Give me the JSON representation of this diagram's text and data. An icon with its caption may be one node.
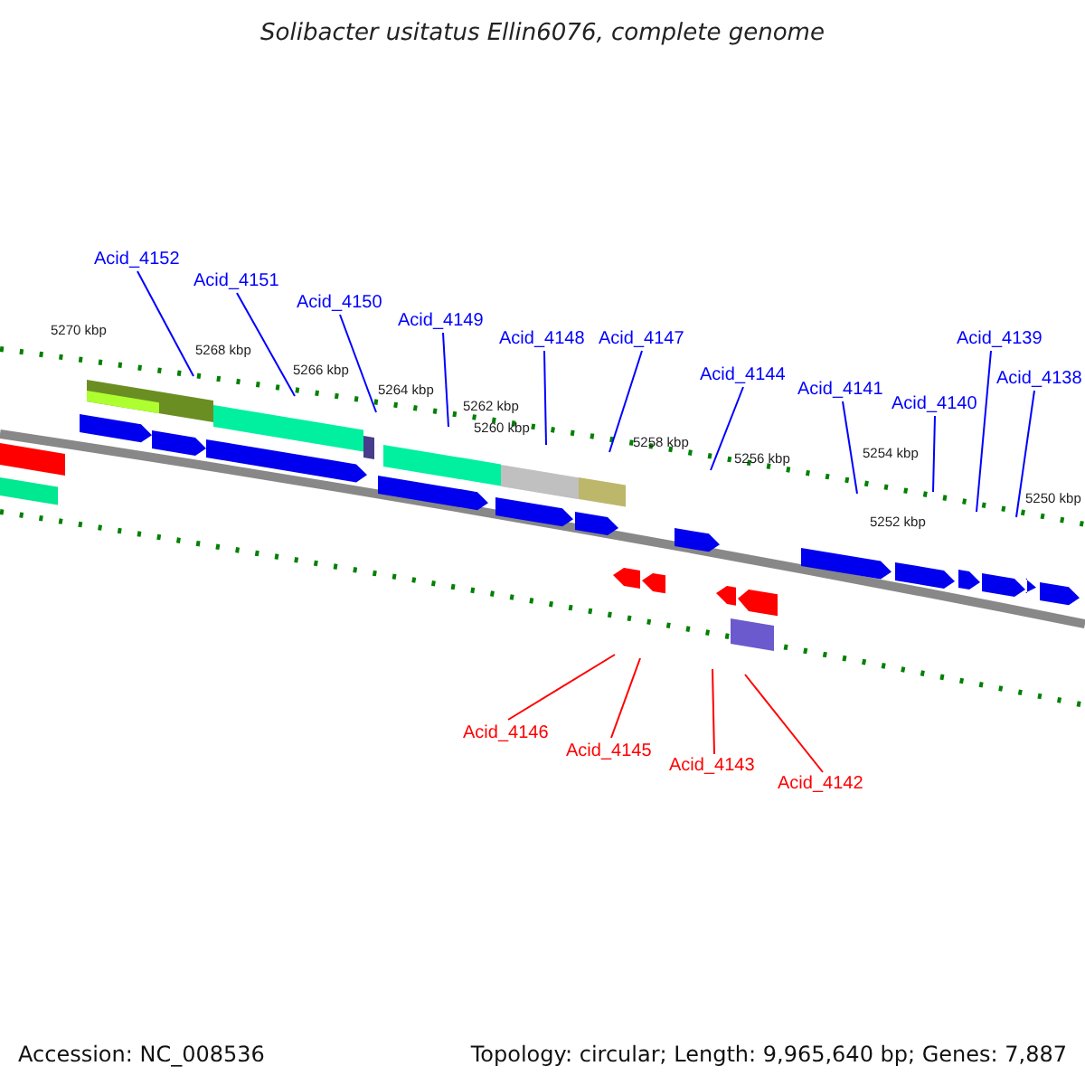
{
  "diagram": {
    "title": "Solibacter usitatus Ellin6076, complete genome",
    "nodes": [
      {
        "text": [
          "Acid_4152"
        ]
      },
      {
        "text": [
          "Acid_4151"
        ]
      },
      {
        "text": [
          "Acid_4150"
        ]
      },
      {
        "text": [
          "Acid_4149"
        ]
      },
      {
        "text": [
          "Acid_4148"
        ]
      },
      {
        "text": [
          "Acid_4147"
        ]
      },
      {
        "text": [
          "Acid_4144"
        ]
      },
      {
        "text": [
          "Acid_4141"
        ]
      },
      {
        "text": [
          "Acid_4140"
        ]
      },
      {
        "text": [
          "Acid_4139"
        ]
      },
      {
        "text": [
          "Acid_4138"
        ]
      },
      {
        "text": [
          "Acid_4146"
        ]
      },
      {
        "text": [
          "Acid_4145"
        ]
      },
      {
        "text": [
          "Acid_4143"
        ]
      },
      {
        "text": [
          "Acid_4142"
        ]
      }
    ],
    "edges": [
      {
        "from": 0,
        "to": null,
        "arrow": "none"
      },
      {
        "from": 1,
        "to": null,
        "arrow": "none"
      },
      {
        "from": 2,
        "to": null,
        "arrow": "none"
      },
      {
        "from": 3,
        "to": null,
        "arrow": "none"
      },
      {
        "from": 4,
        "to": null,
        "arrow": "none"
      },
      {
        "from": 5,
        "to": null,
        "arrow": "none"
      },
      {
        "from": 6,
        "to": null,
        "arrow": "none"
      },
      {
        "from": 7,
        "to": null,
        "arrow": "none"
      },
      {
        "from": 8,
        "to": null,
        "arrow": "none"
      },
      {
        "from": 9,
        "to": null,
        "arrow": "none"
      },
      {
        "from": 10,
        "to": null,
        "arrow": "none"
      },
      {
        "from": 11,
        "to": null,
        "arrow": "none",
        "color": "#ff0000"
      },
      {
        "from": 12,
        "to": null,
        "arrow": "none",
        "color": "#ff0000"
      },
      {
        "from": 13,
        "to": null,
        "arrow": "none",
        "color": "#ff0000"
      },
      {
        "from": 14,
        "to": null,
        "arrow": "none",
        "color": "#ff0000"
      }
    ],
    "labels": [
      "5270 kbp",
      "5268 kbp",
      "5266 kbp",
      "5264 kbp",
      "5262 kbp",
      "5260 kbp",
      "5258 kbp",
      "5256 kbp",
      "5254 kbp",
      "5252 kbp",
      "5250 kbp",
      "Accession: NC_008536",
      "Topology: circular; Length: 9,965,640 bp; Genes: 7,887"
    ]
  }
}
